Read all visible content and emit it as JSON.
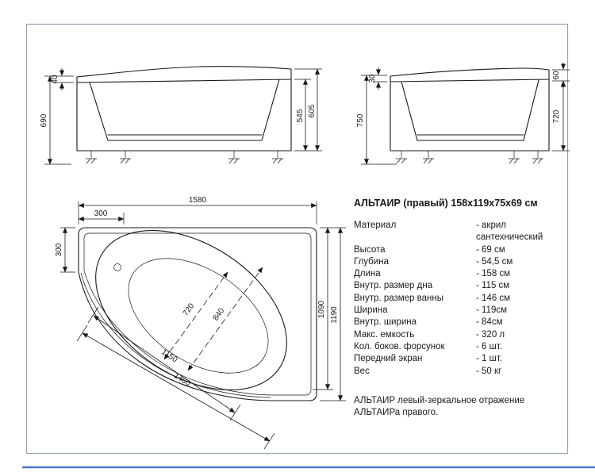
{
  "colors": {
    "frame": "#93a4b5",
    "accent_line": "#4f74c9",
    "ink": "#1a1a1a"
  },
  "views": {
    "front": {
      "dims": {
        "total_height": "690",
        "rim_height": "40",
        "inner_height": "545",
        "body_height": "605"
      }
    },
    "side": {
      "dims": {
        "total_height": "750",
        "rim_left": "30",
        "rim_right": "60",
        "body_height": "720"
      }
    },
    "plan": {
      "dims": {
        "length": "1580",
        "corner_offset_x": "300",
        "corner_offset_y": "300",
        "width_inner": "1090",
        "width": "1190",
        "bottom_width": "720",
        "basin_width": "840",
        "bottom_length": "1150",
        "basin_length": "1460"
      }
    }
  },
  "specs": {
    "title": "АЛЬТАИР (правый) 158x119x75x69 см",
    "rows": [
      {
        "label": "Материал",
        "value": "- акрил сантехнический"
      },
      {
        "label": "Высота",
        "value": "- 69 см"
      },
      {
        "label": "Глубина",
        "value": "- 54,5 см"
      },
      {
        "label": "Длина",
        "value": "- 158 см"
      },
      {
        "label": "Внутр. размер дна",
        "value": "- 115 см"
      },
      {
        "label": "Внутр. размер ванны",
        "value": "- 146 см"
      },
      {
        "label": "Ширина",
        "value": "- 119см"
      },
      {
        "label": "Внутр. ширина",
        "value": "- 84см"
      },
      {
        "label": "Макс. емкость",
        "value": "- 320 л"
      },
      {
        "label": "Кол. боков. форсунок",
        "value": "- 6 шт."
      },
      {
        "label": "Передний экран",
        "value": "- 1 шт."
      },
      {
        "label": "Вес",
        "value": "- 50 кг"
      }
    ],
    "note_line1": "АЛЬТАИР левый-зеркальное отражение",
    "note_line2": "АЛЬТАИРа правого."
  }
}
